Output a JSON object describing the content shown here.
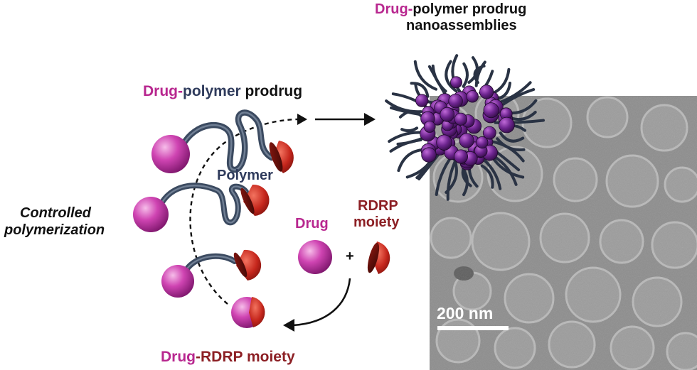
{
  "labels": {
    "assembly_title_part1": "Drug-",
    "assembly_title_part2": "polymer prodrug",
    "assembly_title_line2": "nanoassemblies",
    "prodrug_part1": "Drug-",
    "prodrug_part2": "polymer",
    "prodrug_part3": " prodrug",
    "polymer": "Polymer",
    "controlled_line1": "Controlled",
    "controlled_line2": "polymerization",
    "drug": "Drug",
    "rdrp_line1": "RDRP",
    "rdrp_line2": "moiety",
    "plus": "+",
    "drug_rdrp_part1": "Drug",
    "drug_rdrp_part2": "-RDRP moiety"
  },
  "micrograph": {
    "scale_bar_label": "200 nm"
  },
  "colors": {
    "drug": "#b8278f",
    "polymer": "#2f3b5c",
    "rdrp": "#8c1f24",
    "nanoparticle": "#5a1f6e",
    "tem_background": "#8d8d8d"
  }
}
